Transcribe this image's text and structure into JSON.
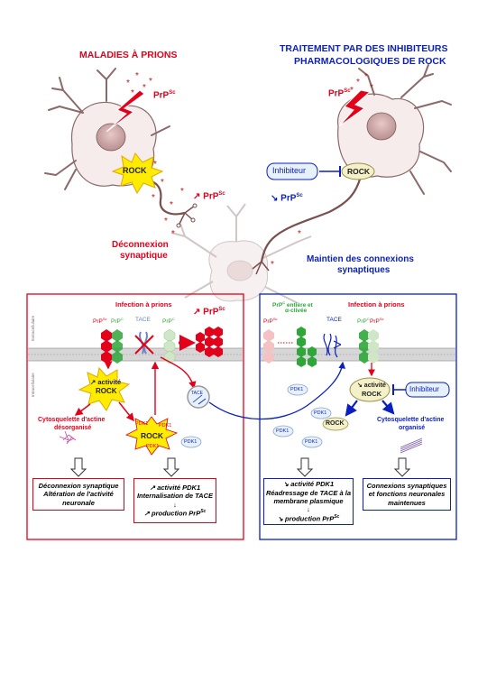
{
  "header": {
    "left_title": "MALADIES À PRIONS",
    "right_title_line1": "TRAITEMENT PAR DES INHIBITEURS",
    "right_title_line2": "PHARMACOLOGIQUES DE ROCK"
  },
  "top": {
    "prpsc_left": "PrP",
    "prpsc_left_sup": "Sc",
    "prpsc_right": "PrP",
    "prpsc_right_sup": "Sc",
    "rock_left": "ROCK",
    "rock_right": "ROCK",
    "inhibiteur_top": "Inhibiteur",
    "prpsc_up": "↗ PrP",
    "prpsc_up_sup": "Sc",
    "prpsc_down": "↘ PrP",
    "prpsc_down_sup": "Sc",
    "deconnexion_1": "Déconnexion",
    "deconnexion_2": "synaptique",
    "maintien_1": "Maintien des connexions",
    "maintien_2": "synaptiques"
  },
  "left_panel": {
    "infection": "Infection à prions",
    "prpsc_up": "↗ PrP",
    "prpsc_up_sup": "Sc",
    "lbl_prpsc": "PrP",
    "lbl_prpsc_sup": "Sc",
    "lbl_prpc": "PrP",
    "lbl_prpc_sup": "C",
    "lbl_tace": "TACE",
    "lbl_prpc2": "PrP",
    "lbl_prpc2_sup": "C",
    "extracellulaire": "Extracellulaire",
    "intracellulaire": "Intracellulaire",
    "activite_rock_1": "↗ activité",
    "activite_rock_2": "ROCK",
    "cyto_1": "Cytosquelette d'actine",
    "cyto_2": "désorganisé",
    "pdk1_a": "PDK1",
    "pdk1_b": "PDK1",
    "pdk1_c": "PDK1",
    "pdk1_d": "PDK1",
    "rock_small": "ROCK",
    "tace_vesicle": "TACE",
    "box1_line1": "Déconnexion synaptique",
    "box1_line2": "Altération de l'activité",
    "box1_line3": "neuronale",
    "box2_line1": "↗ activité PDK1",
    "box2_line2": "Internalisation de TACE",
    "box2_line3": "↓",
    "box2_line4": "↗ production PrP",
    "box2_line4_sup": "Sc"
  },
  "right_panel": {
    "prpc_entiere_1": "PrP",
    "prpc_entiere_sup": "C",
    "prpc_entiere_2": " entière et",
    "prpc_entiere_3": "α-clivée",
    "infection": "Infection à prions",
    "lbl_prpsc": "PrP",
    "lbl_prpsc_sup": "Sc",
    "lbl_tace": "TACE",
    "lbl_prpc": "PrP",
    "lbl_prpc_sup": "C",
    "lbl_prpsc2": "PrP",
    "lbl_prpsc2_sup": "Sc",
    "activite_rock_1": "↘ activité",
    "activite_rock_2": "ROCK",
    "inhibiteur": "Inhibiteur",
    "cyto_1": "Cytosquelette d'actine",
    "cyto_2": "organisé",
    "pdk1_a": "PDK1",
    "pdk1_b": "PDK1",
    "pdk1_c": "PDK1",
    "pdk1_d": "PDK1",
    "rock_small": "ROCK",
    "box1_line1": "↘ activité PDK1",
    "box1_line2": "Réadressage de TACE à la",
    "box1_line3": "membrane plasmique",
    "box1_line4": "↓",
    "box1_line5": "↘ production PrP",
    "box1_line5_sup": "Sc",
    "box2_line1": "Connexions synaptiques",
    "box2_line2": "et fonctions neuronales",
    "box2_line3": "maintenues"
  },
  "colors": {
    "red": "#e3001b",
    "blue": "#0b1fbf",
    "yellow": "#ffec00",
    "pale_yellow": "#f4f0c8",
    "light_blue": "#e6f1fb",
    "neuron_fill": "#f6ecec",
    "neuron_stroke": "#8a6a6a"
  }
}
